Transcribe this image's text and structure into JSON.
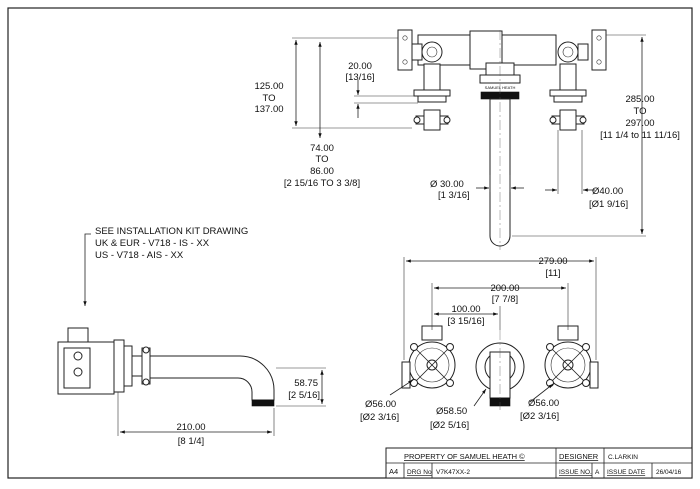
{
  "top_view": {
    "dims": {
      "d125": [
        "125.00",
        "TO",
        "137.00"
      ],
      "d20": [
        "20.00",
        "[13/16]"
      ],
      "d74": [
        "74.00",
        "TO",
        "86.00",
        "[2 15/16 TO 3 3/8]"
      ],
      "d30": [
        "Ø  30.00",
        "[1 3/16]"
      ],
      "d40": [
        "Ø40.00",
        "[Ø1 9/16]"
      ],
      "d285": [
        "285.00",
        "TO",
        "297.00",
        "[11 1/4 to 11 11/16]"
      ]
    },
    "label_plate": "SAMUEL HEATH"
  },
  "side_view": {
    "note": [
      "SEE INSTALLATION KIT DRAWING",
      "UK & EUR - V718 - IS - XX",
      "US - V718 - AIS - XX"
    ],
    "dims": {
      "d5875": [
        "58.75",
        "[2 5/16]"
      ],
      "d210": [
        "210.00",
        "[8 1/4]"
      ]
    }
  },
  "front_view": {
    "dims": {
      "d279": [
        "279.00",
        "[11]"
      ],
      "d200": [
        "200.00",
        "[7 7/8]"
      ],
      "d100": [
        "100.00",
        "[3 15/16]"
      ],
      "d56a": [
        "Ø56.00",
        "[Ø2 3/16]"
      ],
      "d585": [
        "Ø58.50",
        "[Ø2 5/16]"
      ],
      "d56b": [
        "Ø56.00",
        "[Ø2 3/16]"
      ]
    }
  },
  "title_block": {
    "property": "PROPERTY OF SAMUEL HEATH ©",
    "designer_label": "DESIGNER",
    "designer": "C.LARKIN",
    "size": "A4",
    "drg_label": "DRG No",
    "drg": "V7K47XX-2",
    "issue_label": "ISSUE NO.",
    "issue": "A",
    "date_label": "ISSUE DATE",
    "date": "26/04/16"
  }
}
